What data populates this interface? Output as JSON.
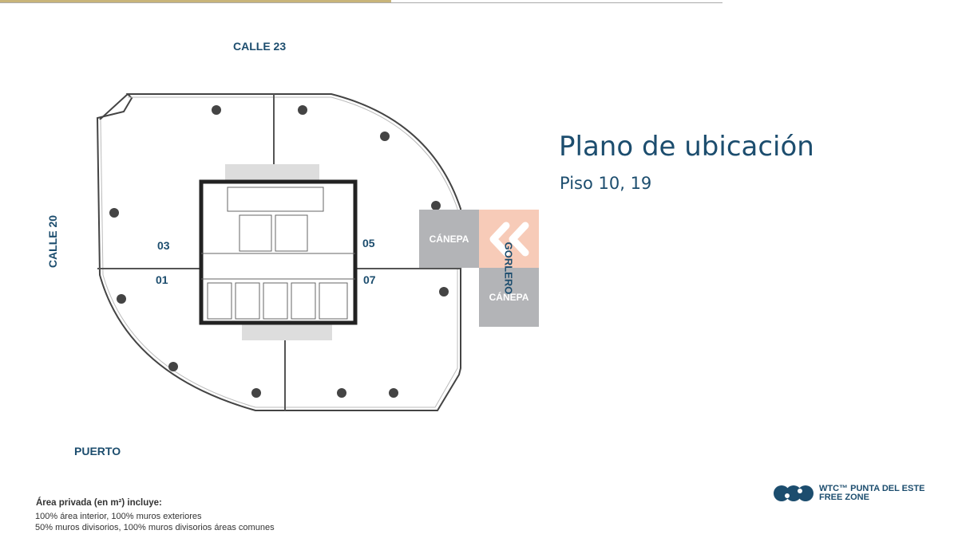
{
  "streets": {
    "top": "CALLE 23",
    "left": "CALLE 20",
    "bottom": "PUERTO",
    "right": "GORLERO"
  },
  "units": [
    "03",
    "01",
    "05",
    "07"
  ],
  "blocks": {
    "canepa_top": "CÁNEPA",
    "canepa_bottom": "CÁNEPA"
  },
  "header": {
    "title": "Plano de ubicación",
    "subtitle": "Piso 10, 19"
  },
  "footer": {
    "heading": "Área privada (en m²) incluye:",
    "line1": "100% área interior, 100% muros exteriores",
    "line2": "50% muros divisorios, 100% muros divisorios áreas comunes"
  },
  "logo": {
    "line1": "WTC™ PUNTA DEL ESTE",
    "line2": "FREE ZONE"
  },
  "colors": {
    "primary": "#1c4d6e",
    "gold": "#c8b47a",
    "gray_block": "#b3b4b7",
    "salmon_block": "#f7cbb8"
  }
}
